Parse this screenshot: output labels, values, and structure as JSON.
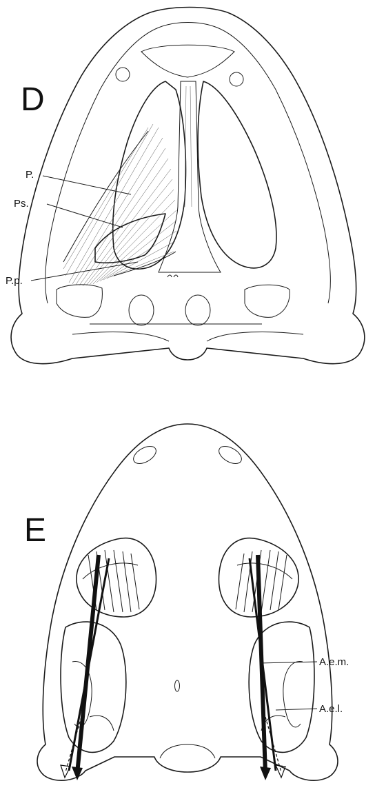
{
  "panels": [
    {
      "letter": "D",
      "labels": [
        "P.",
        "Ps.",
        "P.p."
      ]
    },
    {
      "letter": "E",
      "labels": [
        "A.e.m.",
        "A.e.l."
      ]
    }
  ]
}
